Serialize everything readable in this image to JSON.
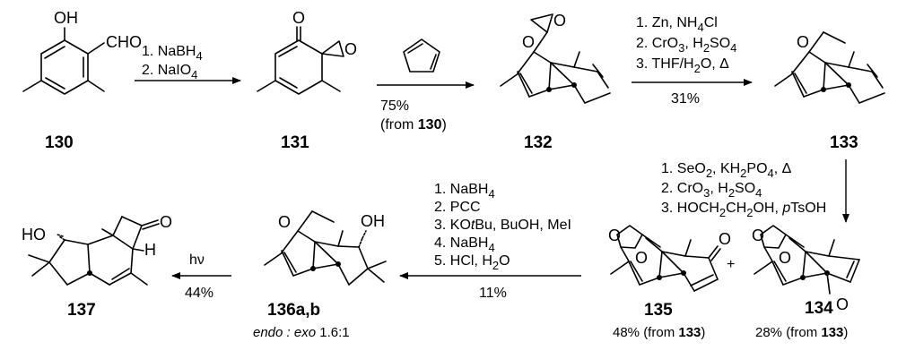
{
  "compounds": {
    "c130": "130",
    "c131": "131",
    "c132": "132",
    "c133": "133",
    "c134": "134",
    "c135": "135",
    "c136": "136a,b",
    "c137": "137"
  },
  "atoms": {
    "oh": "OH",
    "cho": "CHO",
    "o": "O",
    "ho": "HO",
    "h": "H"
  },
  "steps": {
    "s1": [
      "1. NaBH",
      "4",
      "2. NaIO",
      "4"
    ],
    "s2_yield": "75%",
    "s2_from_prefix": "(from ",
    "s2_from_bold": "130",
    "s2_from_suffix": ")",
    "s3": [
      "1. Zn, NH",
      "4",
      "Cl",
      "2. CrO",
      "3",
      ", H",
      "2",
      "SO",
      "4",
      "3. THF/H",
      "2",
      "O, Δ"
    ],
    "s3_yield": "31%",
    "s4": [
      "1. SeO",
      "2",
      ", KH",
      "2",
      "PO",
      "4",
      ", Δ",
      "2. CrO",
      "3",
      ", H",
      "2",
      "SO",
      "4",
      "3. HOCH",
      "2",
      "CH",
      "2",
      "OH, ",
      "p",
      "TsOH"
    ],
    "s5": [
      "1. NaBH",
      "4",
      "2. PCC",
      "3. KO",
      "t",
      "Bu, BuOH, MeI",
      "4. NaBH",
      "4",
      "5. HCl, H",
      "2",
      "O"
    ],
    "s5_yield": "11%",
    "s6_hv": "hν",
    "s6_yield": "44%"
  },
  "notes": {
    "plus": "+",
    "ratio_italic": "endo : exo",
    "ratio_value": " 1.6:1",
    "y135_prefix": "48% (from ",
    "y135_bold": "133",
    "y135_suffix": ")",
    "y134_prefix": "28% (from ",
    "y134_bold": "133",
    "y134_suffix": ")"
  }
}
